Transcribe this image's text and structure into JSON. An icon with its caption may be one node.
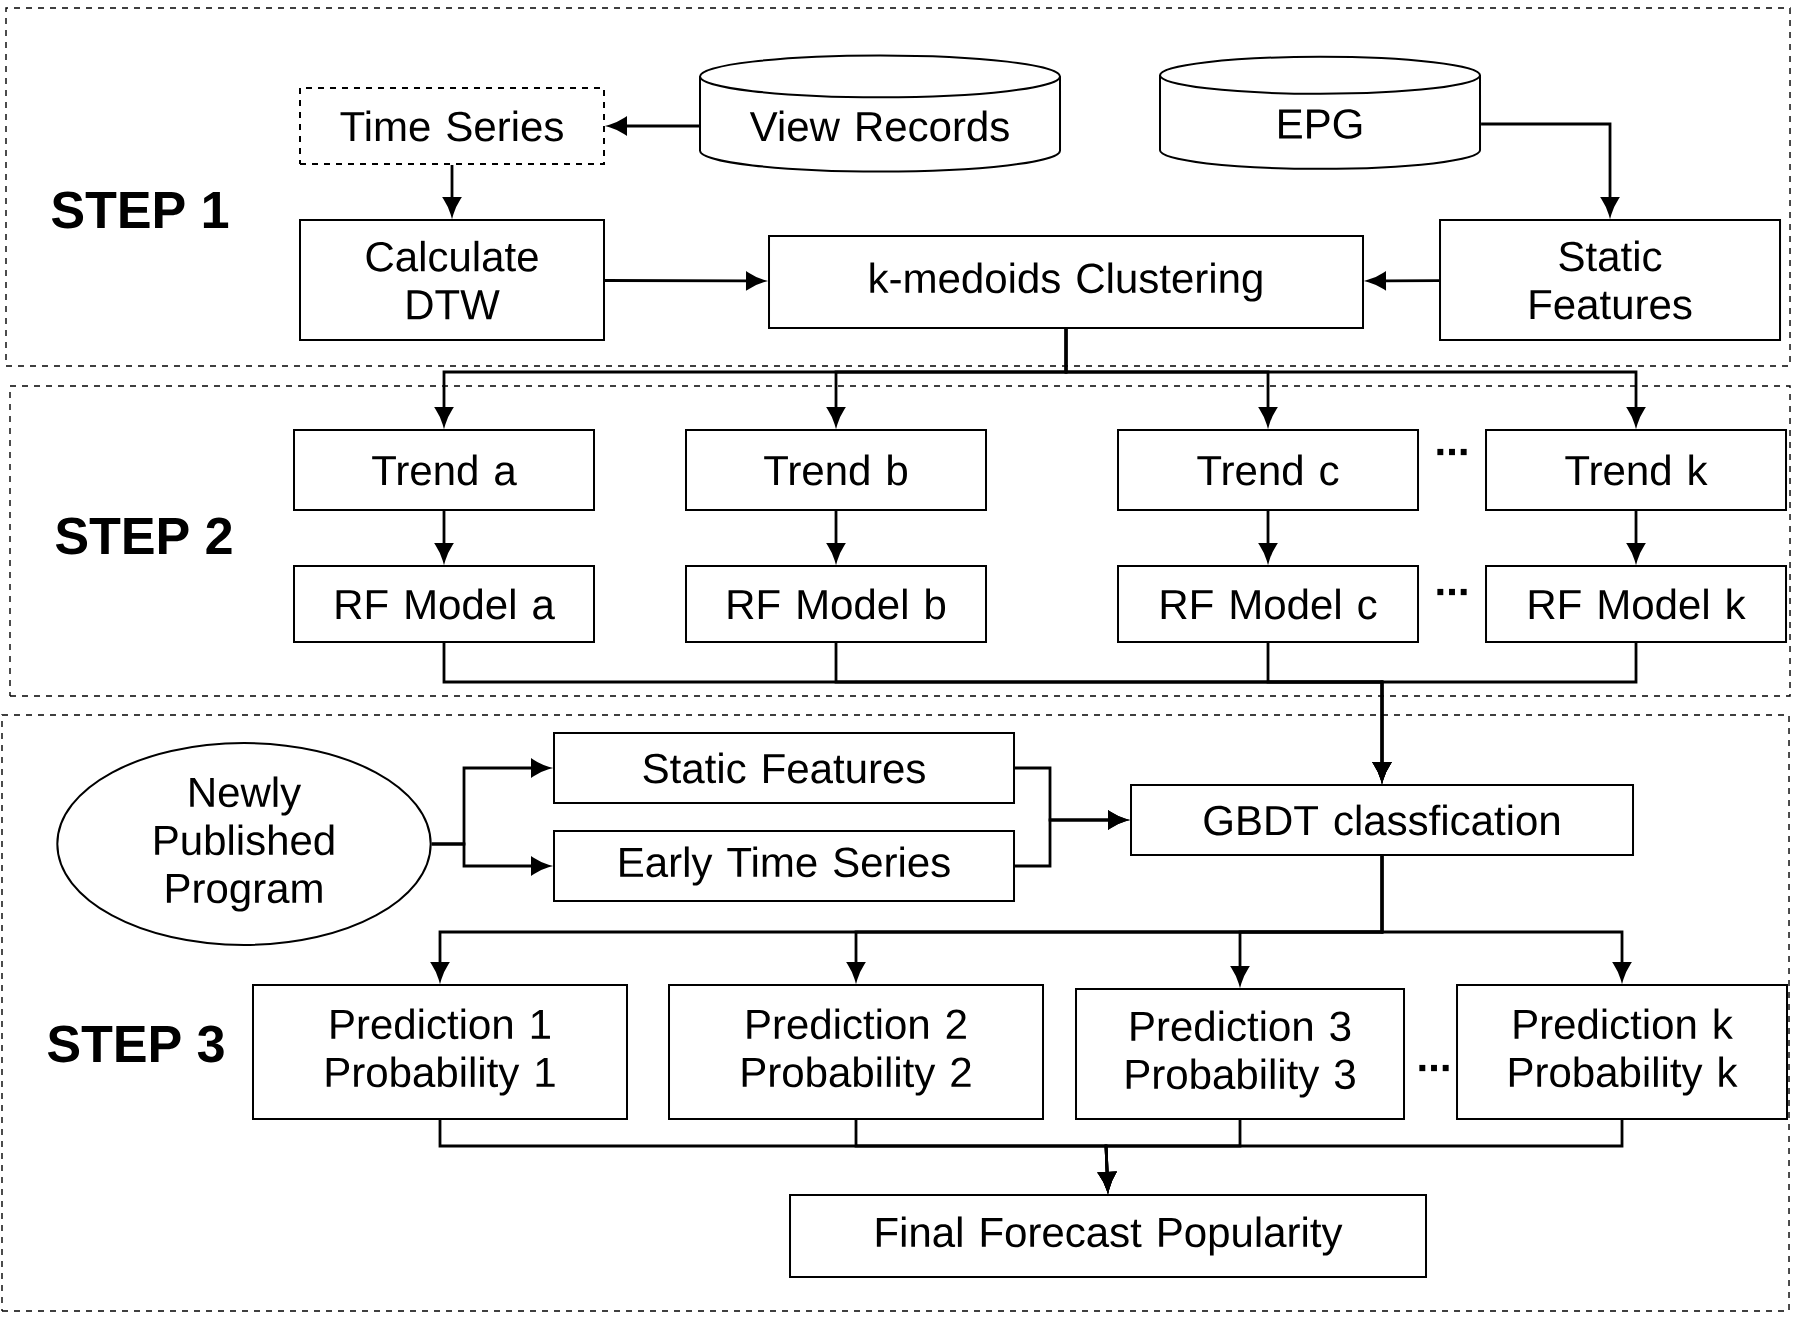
{
  "diagram": {
    "nodes": [
      {
        "text": [
          "STEP 1"
        ]
      },
      {
        "text": [
          "Time Series"
        ],
        "in": 0
      },
      {
        "text": [
          "View Records"
        ],
        "in": 0
      },
      {
        "text": [
          "EPG"
        ],
        "in": 0
      },
      {
        "text": [
          "Calculate DTW"
        ],
        "in": 0
      },
      {
        "text": [
          "k-medoids Clustering"
        ],
        "in": 0
      },
      {
        "text": [
          "Static Features"
        ],
        "in": 0
      },
      {
        "text": [
          "STEP 2"
        ]
      },
      {
        "text": [
          "Trend a"
        ],
        "in": 7
      },
      {
        "text": [
          "Trend b"
        ],
        "in": 7
      },
      {
        "text": [
          "Trend c"
        ],
        "in": 7
      },
      {
        "text": [
          "Trend k"
        ],
        "in": 7
      },
      {
        "text": [
          "RF Model a"
        ],
        "in": 7
      },
      {
        "text": [
          "RF Model b"
        ],
        "in": 7
      },
      {
        "text": [
          "RF Model c"
        ],
        "in": 7
      },
      {
        "text": [
          "RF Model k"
        ],
        "in": 7
      },
      {
        "text": [
          "STEP 3"
        ]
      },
      {
        "text": [
          "Newly Published Program"
        ],
        "in": 16
      },
      {
        "text": [
          "Static Features"
        ],
        "in": 16
      },
      {
        "text": [
          "Early Time Series"
        ],
        "in": 16
      },
      {
        "text": [
          "GBDT classfication"
        ],
        "in": 16
      },
      {
        "text": [
          "Prediction  1",
          "Probability 1"
        ],
        "in": 16
      },
      {
        "text": [
          "Prediction  2",
          "Probability 2"
        ],
        "in": 16
      },
      {
        "text": [
          "Prediction  3",
          "Probability 3"
        ],
        "in": 16
      },
      {
        "text": [
          "Prediction  k",
          "Probability k"
        ],
        "in": 16
      },
      {
        "text": [
          "Final Forecast Popularity"
        ],
        "in": 16
      }
    ],
    "edges": [
      {
        "from": 2,
        "to": 1,
        "arrow": "to"
      },
      {
        "from": 1,
        "to": 4,
        "arrow": "to"
      },
      {
        "from": 3,
        "to": 6,
        "arrow": "to"
      },
      {
        "from": 4,
        "to": 5,
        "arrow": "to"
      },
      {
        "from": 6,
        "to": 5,
        "arrow": "to"
      },
      {
        "from": 5,
        "to": 8,
        "arrow": "to"
      },
      {
        "from": 5,
        "to": 9,
        "arrow": "to"
      },
      {
        "from": 5,
        "to": 10,
        "arrow": "to"
      },
      {
        "from": 5,
        "to": 11,
        "arrow": "to"
      },
      {
        "from": 8,
        "to": 12,
        "arrow": "to"
      },
      {
        "from": 9,
        "to": 13,
        "arrow": "to"
      },
      {
        "from": 10,
        "to": 14,
        "arrow": "to"
      },
      {
        "from": 11,
        "to": 15,
        "arrow": "to"
      },
      {
        "from": 12,
        "to": 20,
        "arrow": "to"
      },
      {
        "from": 13,
        "to": 20,
        "arrow": "to"
      },
      {
        "from": 14,
        "to": 20,
        "arrow": "to"
      },
      {
        "from": 15,
        "to": 20,
        "arrow": "to"
      },
      {
        "from": 17,
        "to": 18,
        "arrow": "to"
      },
      {
        "from": 17,
        "to": 19,
        "arrow": "to"
      },
      {
        "from": 18,
        "to": 20,
        "arrow": "to"
      },
      {
        "from": 19,
        "to": 20,
        "arrow": "to"
      },
      {
        "from": 20,
        "to": 21,
        "arrow": "to"
      },
      {
        "from": 20,
        "to": 22,
        "arrow": "to"
      },
      {
        "from": 20,
        "to": 23,
        "arrow": "to"
      },
      {
        "from": 20,
        "to": 24,
        "arrow": "to"
      },
      {
        "from": 21,
        "to": 25,
        "arrow": "to"
      },
      {
        "from": 22,
        "to": 25,
        "arrow": "to"
      },
      {
        "from": 23,
        "to": 25,
        "arrow": "to"
      },
      {
        "from": 24,
        "to": 25,
        "arrow": "to"
      }
    ],
    "labels": [
      "...",
      "...",
      "..."
    ]
  }
}
